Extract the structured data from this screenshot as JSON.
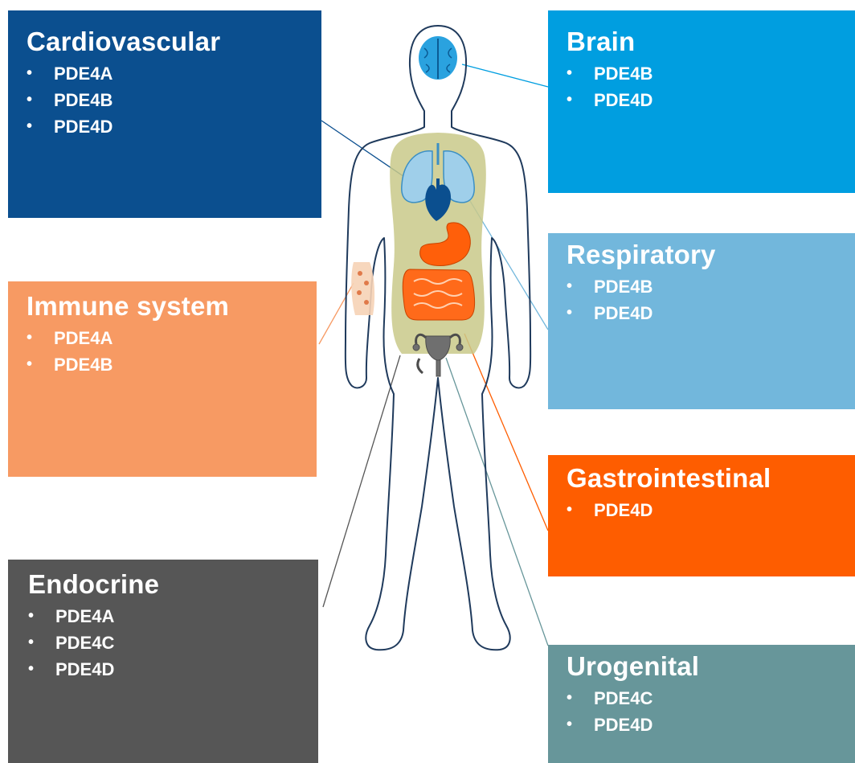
{
  "boxes": {
    "cardiovascular": {
      "title": "Cardiovascular",
      "items": [
        "PDE4A",
        "PDE4B",
        "PDE4D"
      ],
      "color": "#0b4f8f"
    },
    "brain": {
      "title": "Brain",
      "items": [
        "PDE4B",
        "PDE4D"
      ],
      "color": "#009ee0"
    },
    "immune": {
      "title": "Immune system",
      "items": [
        "PDE4A",
        "PDE4B"
      ],
      "color": "#f79a63"
    },
    "respiratory": {
      "title": "Respiratory",
      "items": [
        "PDE4B",
        "PDE4D"
      ],
      "color": "#72b7dc"
    },
    "gastrointestinal": {
      "title": "Gastrointestinal",
      "items": [
        "PDE4D"
      ],
      "color": "#fe5d00"
    },
    "endocrine": {
      "title": "Endocrine",
      "items": [
        "PDE4A",
        "PDE4C",
        "PDE4D"
      ],
      "color": "#565656"
    },
    "urogenital": {
      "title": "Urogenital",
      "items": [
        "PDE4C",
        "PDE4D"
      ],
      "color": "#67969a"
    }
  },
  "figure": {
    "body_outline_color": "#1f3a5c",
    "torso_fill_color": "#c9c98a",
    "icons": [
      "brain-icon",
      "lungs-icon",
      "heart-icon",
      "stomach-icon",
      "intestines-icon",
      "uterus-icon",
      "lymph-vessel-icon"
    ]
  }
}
